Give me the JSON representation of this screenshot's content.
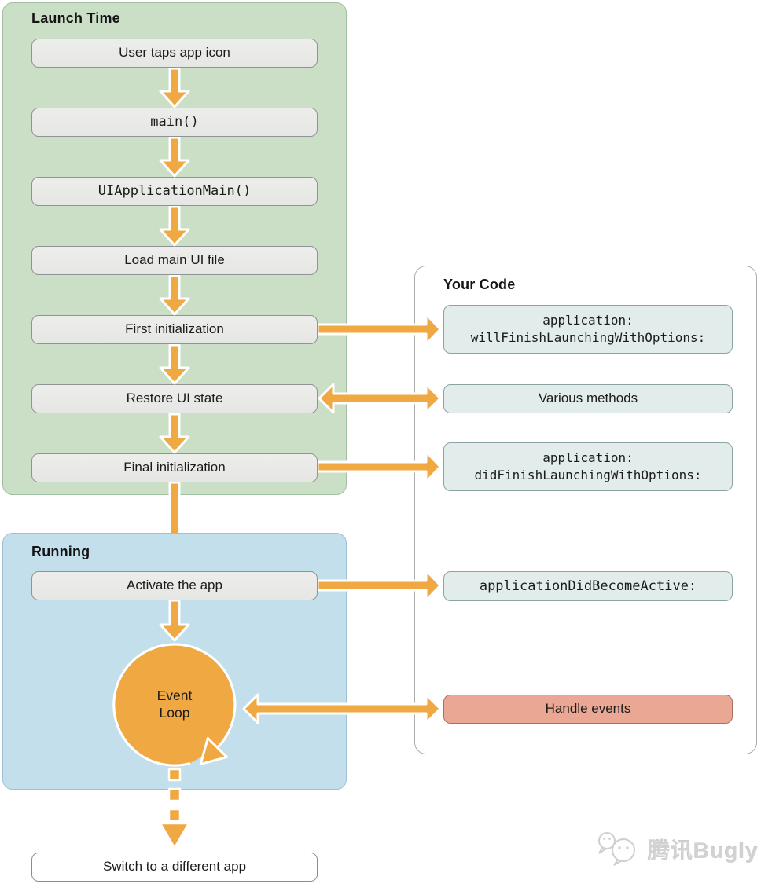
{
  "sections": {
    "launch_time": {
      "label": "Launch Time",
      "steps": [
        "User taps app icon",
        "main()",
        "UIApplicationMain()",
        "Load main UI file",
        "First initialization",
        "Restore UI state",
        "Final initialization"
      ]
    },
    "running": {
      "label": "Running",
      "activate_step": "Activate the app",
      "event_loop": {
        "line1": "Event",
        "line2": "Loop"
      }
    },
    "your_code": {
      "label": "Your Code",
      "callbacks": [
        {
          "line1": "application:",
          "line2": "willFinishLaunchingWithOptions:"
        },
        {
          "text": "Various methods"
        },
        {
          "line1": "application:",
          "line2": "didFinishLaunchingWithOptions:"
        },
        {
          "text": "applicationDidBecomeActive:"
        },
        {
          "text": "Handle events"
        }
      ]
    },
    "exit": {
      "switch_step": "Switch to a different app"
    }
  },
  "watermark": {
    "text": "腾讯Bugly"
  },
  "colors": {
    "accent_orange": "#f0a843",
    "launch_time_bg": "#cbdfc6",
    "running_bg": "#c3dfec",
    "code_box_bg": "#e2eceb",
    "handle_events_bg": "#eaa793",
    "step_box_bg": "#e9e9e7"
  }
}
